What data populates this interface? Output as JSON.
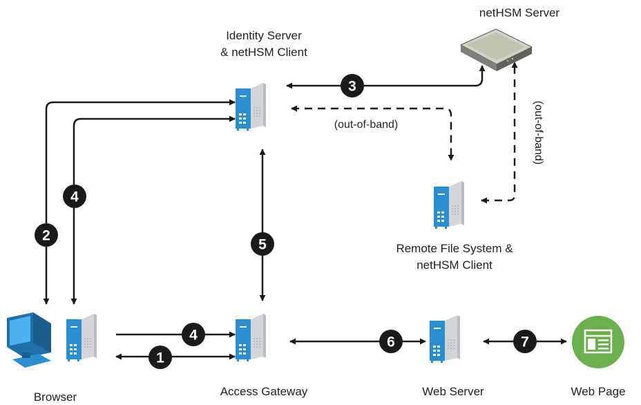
{
  "nodes": {
    "nethsm_server": "netHSM Server",
    "identity_server": [
      "Identity Server",
      "& netHSM Client"
    ],
    "remote_fs": [
      "Remote File System &",
      "netHSM Client"
    ],
    "browser": "Browser",
    "access_gateway": "Access Gateway",
    "web_server": "Web Server",
    "web_page": "Web Page"
  },
  "steps": [
    "1",
    "2",
    "3",
    "4",
    "4",
    "5",
    "6",
    "7"
  ],
  "out_of_band": [
    "(out-of-band)",
    "(out-of-band)"
  ],
  "colors": {
    "server_front": "#2a8fd0",
    "server_side": "#d3d6d9",
    "step_badge": "#1a1a1a",
    "web_page": "#6ab04c",
    "monitor": "#2a8fd0"
  }
}
